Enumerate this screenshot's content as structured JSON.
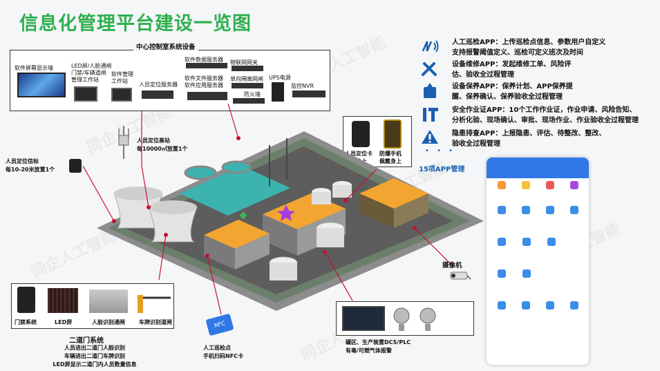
{
  "title": "信息化管理平台建设一览图",
  "control_room": {
    "title": "中心控制室系统设备",
    "video_wall": "软件屏幕显示墙",
    "led_workstation": [
      "LED屏/人脸通闸",
      "门禁/车辆道闸",
      "管理工作站"
    ],
    "software_workstation": [
      "软件管理",
      "工作站"
    ],
    "positioning_server": "人员定位服务器",
    "db_server": "软件数据服务器",
    "file_server": "软件文件服务器",
    "app_server": "软件应用服务器",
    "iot_gateway": "物联网网关",
    "one_way_gateway": "单向隔离网闸",
    "firewall": "防火墙",
    "ups": "UPS电源",
    "nvr": "监控NVR"
  },
  "positioning": {
    "base_station": [
      "人员定位基站",
      "每10000㎡放置1个"
    ],
    "beacon": [
      "人员定位信标",
      "每10-20米放置1个"
    ],
    "card": [
      "人员定位卡",
      "佩戴身上"
    ],
    "phone": [
      "防爆手机",
      "佩戴身上"
    ]
  },
  "apps": [
    {
      "icon": "nfc-icon",
      "lines": [
        "人工巡检APP：上传巡检点信息、参数用户自定义",
        "支持报警阈值定义、巡检可定义班次及时间"
      ]
    },
    {
      "icon": "wrench-icon",
      "lines": [
        "设备维修APP：发起维修工单、风险评",
        "估、验收全过程管理"
      ]
    },
    {
      "icon": "oil-can-icon",
      "lines": [
        "设备保养APP：保养计划、APP保养提",
        "醒、保养确认、保养验收全过程管理"
      ]
    },
    {
      "icon": "tools-icon",
      "lines": [
        "安全作业证APP：10个工作作业证，作业申请、风险告知、",
        "分析化验、现场确认、审批、现场作业、作业验收全过程管理"
      ]
    },
    {
      "icon": "warning-icon",
      "lines": [
        "隐患排查APP：上报隐患、评估、待整改、整改、",
        "验收全过程管理"
      ]
    }
  ],
  "app_count_label": "15项APP管理",
  "camera_label": "摄像机",
  "gate_system": {
    "items": [
      "门禁系统",
      "LED屏",
      "人脸识别通闸",
      "车牌识别道闸"
    ],
    "title": "二道门系统",
    "desc": [
      "人员进出二道门人脸识别",
      "车辆进出二道门车牌识别",
      "LED屏显示二道门内人员数量信息"
    ]
  },
  "nfc": {
    "card_text": "NFC",
    "lines": [
      "人工巡检点",
      "手机扫码NFC卡"
    ]
  },
  "dcs": [
    "罐区、生产装置DCS/PLC",
    "有毒/可燃气体报警"
  ],
  "watermark": "同企人工智能",
  "colors": {
    "title": "#2fb04e",
    "accent": "#1a5fb0",
    "pin": "#c8102e"
  }
}
